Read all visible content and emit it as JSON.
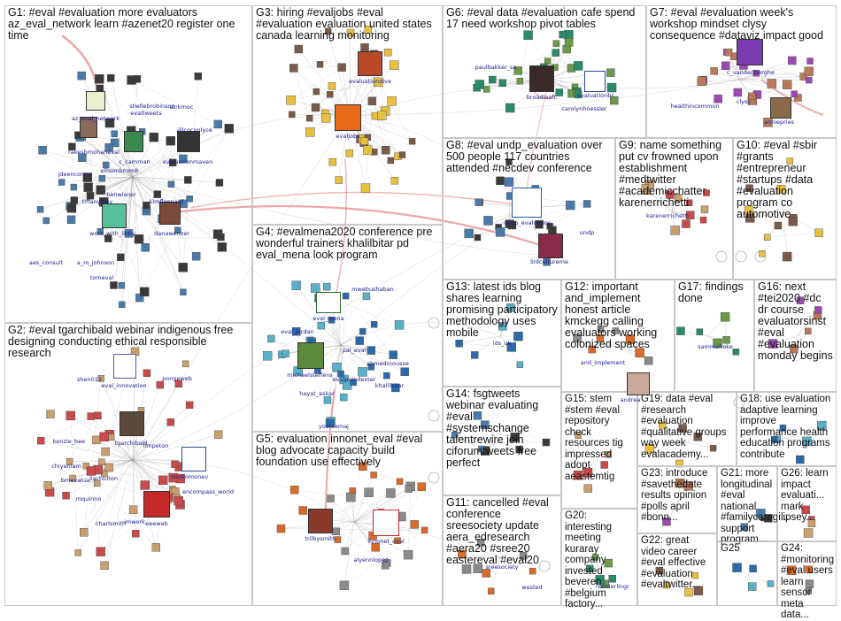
{
  "groups": [
    {
      "id": "G1",
      "title": "G1: #eval #evaluation more evaluators az_eval_network learn #azenet20 register one time"
    },
    {
      "id": "G2",
      "title": "G2: #eval tgarchibald webinar indigenous free designing conducting ethical responsible research"
    },
    {
      "id": "G3",
      "title": "G3: hiring #evaljobs #eval #evaluation evaluation united states canada learning monitoring"
    },
    {
      "id": "G4",
      "title": "G4: #evalmena2020 conference pre wonderful trainers khalilbitar pd eval_mena look program"
    },
    {
      "id": "G5",
      "title": "G5: evaluation innonet_eval #eval blog advocate capacity build foundation use effectively"
    },
    {
      "id": "G6",
      "title": "G6: #eval data #evaluation cafe spend 17 need workshop pivot tables"
    },
    {
      "id": "G7",
      "title": "G7: #eval #evaluation week's workshop mindset clysy consequence #dataviz impact good"
    },
    {
      "id": "G8",
      "title": "G8: #eval undp_evaluation over 500 people 117 countries attended #necdev conference"
    },
    {
      "id": "G9",
      "title": "G9: name something put cv frowned upon establishment #medtwitter #academicchatter karenerrichetti"
    },
    {
      "id": "G10",
      "title": "G10: #eval #sbir #grants #entrepreneur #startups #data #evaluation program co automotive"
    },
    {
      "id": "G11",
      "title": "G11: cancelled #eval conference sreesociety update aera_edresearch #aera20 #sree20 eastereval #eval20"
    },
    {
      "id": "G12",
      "title": "G12: important and_implement honest article kmckegg calling evaluators working colonized spaces"
    },
    {
      "id": "G13",
      "title": "G13: latest ids blog shares learning promising participatory methodology uses mobile"
    },
    {
      "id": "G14",
      "title": "G14: fsgtweets webinar evaluating #eval #systemschange talentrewire join ciforumtweets free perfect"
    },
    {
      "id": "G15",
      "title": "G15: stem #stem #eval repository check resources tig impressed adopt aeastemtig"
    },
    {
      "id": "G16",
      "title": "G16: next #tei2020 #dc dr course evaluatorsinst #eval #evaluation monday begins"
    },
    {
      "id": "G17",
      "title": "G17: findings done"
    },
    {
      "id": "G18",
      "title": "G18: use evaluation adaptive learning improve performance health education programs contribute"
    },
    {
      "id": "G19",
      "title": "G19: data #eval #research #evaluation #qualitative groups way week evalacademy..."
    },
    {
      "id": "G20",
      "title": "G20: interesting meeting kuraray company invested beveren #belgium factory..."
    },
    {
      "id": "G21",
      "title": "G21: more longitudinal #eval national #familycaregi... support program..."
    },
    {
      "id": "G22",
      "title": "G22: great video career #eval effective #evaluation #evaltwitter..."
    },
    {
      "id": "G23",
      "title": "G23: introduce #savethedate results opinion #polls april #bonn..."
    },
    {
      "id": "G24",
      "title": "G24: #monitoring #eval users learn sensor meta data..."
    },
    {
      "id": "G25",
      "title": "G25"
    },
    {
      "id": "G26",
      "title": "G26: learn impact evaluati... mark lipsey..."
    }
  ],
  "node_labels": {
    "az_eval_network": "az_eval_network",
    "shellebrobinson": "shellebrobinson",
    "evaltweets": "evaltweets",
    "atrkmoc": "atrkmoc",
    "jillcoconlyce": "jillcoconlyce",
    "rakeshmohaneval": "rakeshmohaneval",
    "c_camman": "c_camman",
    "jdeenconnw": "jdeenconnw",
    "ellisonbcomb": "ellisonbcomb",
    "evaluationmaven": "evaluationmaven",
    "tiffanylbev": "tiffanylbev",
    "benwisner": "benwisner",
    "kimfleonard": "kimfleonard",
    "work_with_libby": "work_with_libby",
    "danawenzer": "danawenzer",
    "aes_consult": "aes_consult",
    "a_m_johnson": "a_m_johnson",
    "tomeval": "tomeval",
    "shen013": "shen013",
    "eval_innovation": "eval_innovation",
    "pongeweb": "pongeweb",
    "kenzie_bee": "kenzie_bee",
    "tgarchibald": "tgarchibald",
    "limpeton": "limpeton",
    "studiomonev": "studiomonev",
    "chiyanlam": "chiyanlam",
    "bmevalua": "bmevalua",
    "zachtilton": "zachtilton",
    "mquinno": "mquinno",
    "encompass_world": "encompass_world",
    "charlsmith": "charlsmith",
    "imwork": "imwork",
    "eeeweb": "eeeweb",
    "evaluationdive": "evaluationdive",
    "evaljobs": "evaljobs",
    "mwebushaban": "mwebushaban",
    "eval_mena": "eval_mena",
    "eval_jordan": "eval_jordan",
    "pal_eval": "pal_eval",
    "ahmedmousse": "ahmedmousse",
    "michaelsteffens": "michaelsteffens",
    "evalpoindexter": "evalpoindexter",
    "khalilbitar": "khalilbitar",
    "hayat_askar": "hayat_askar",
    "yosraemaj": "yosraemaj",
    "trilbysmith": "trilbysmith",
    "innonet_eval": "innonet_eval",
    "alyennlopez": "alyennlopez",
    "paulbakker_sa": "paulbakker_sa",
    "broadleafc": "broadleafc",
    "evaluationbc": "evaluationbc",
    "carolynhoessler": "carolynhoessler",
    "healthincommon": "healthincommon",
    "c_vandenberghe": "c_vandenberghe",
    "clysy": "clysy",
    "anniepries": "anniepries",
    "undp_evaluation": "undp_evaluation",
    "undp": "undp",
    "3rdcultureme": "3rdcultureme",
    "karenerrichetti": "karenerrichetti",
    "ids_uk": "ids_uk",
    "and_implement": "and_implement",
    "sammehoke": "sammehoke",
    "sreesociety": "sreesociety",
    "wested": "wested",
    "andrea": "andrea",
    "rbklderlingr": "rbklderlingr"
  },
  "colors": {
    "edge": "#9a9a9a",
    "edge_highlight": "#e58a8a",
    "label": "#1a1a8c",
    "panel_border": "#c8c8c8"
  }
}
